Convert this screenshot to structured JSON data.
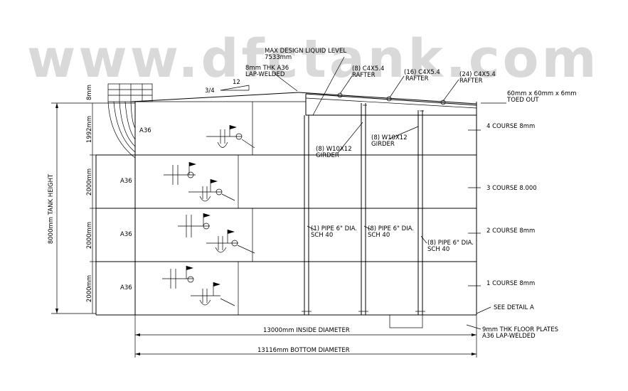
{
  "watermark": "www.dfctank.com",
  "labels": {
    "max_level_1": "MAX DESIGN LIQUID LEVEL",
    "max_level_2": "7533mm",
    "roof_plate_1": "8mm THK A36",
    "roof_plate_2": "LAP-WELDED",
    "slope_3_4": "3/4",
    "slope_12": "12",
    "rafter8_1": "(8) C4X5.4",
    "rafter8_2": "RAFTER",
    "rafter16_1": "(16) C4X5.4",
    "rafter16_2": "RAFTER",
    "rafter24_1": "(24) C4X5.4",
    "rafter24_2": "RAFTER",
    "angle_1": "60mm x 60mm x 6mm",
    "angle_2": "TOED OUT",
    "girder_a_1": "(8) W10X12",
    "girder_a_2": "GIRDER",
    "girder_b_1": "(8) W10X12",
    "girder_b_2": "GIRDER",
    "pipe1_1": "(1) PIPE 6\" DIA.",
    "pipe1_2": "SCH 40",
    "pipe8a_1": "(8) PIPE 6\" DIA.",
    "pipe8a_2": "SCH 40",
    "pipe8b_1": "(8) PIPE 6\" DIA.",
    "pipe8b_2": "SCH 40",
    "course4": "4 COURSE 8mm",
    "course3": "3 COURSE 8.000",
    "course2": "2 COURSE 8mm",
    "course1": "1 COURSE 8mm",
    "see_detail": "SEE DETAIL A",
    "floor_1": "9mm THK FLOOR PLATES",
    "floor_2": "A36 LAP-WELDED",
    "inside_dia": "13000mm INSIDE DIAMETER",
    "bottom_dia": "13116mm BOTTOM DIAMETER",
    "tank_height": "8000mm TANK HEIGHT",
    "h_top": "8mm",
    "h4": "1992mm",
    "h3": "2000mm",
    "h2": "2000mm",
    "h1": "2000mm",
    "mat4": "A36",
    "mat3": "A36",
    "mat2": "A36",
    "mat1": "A36"
  }
}
